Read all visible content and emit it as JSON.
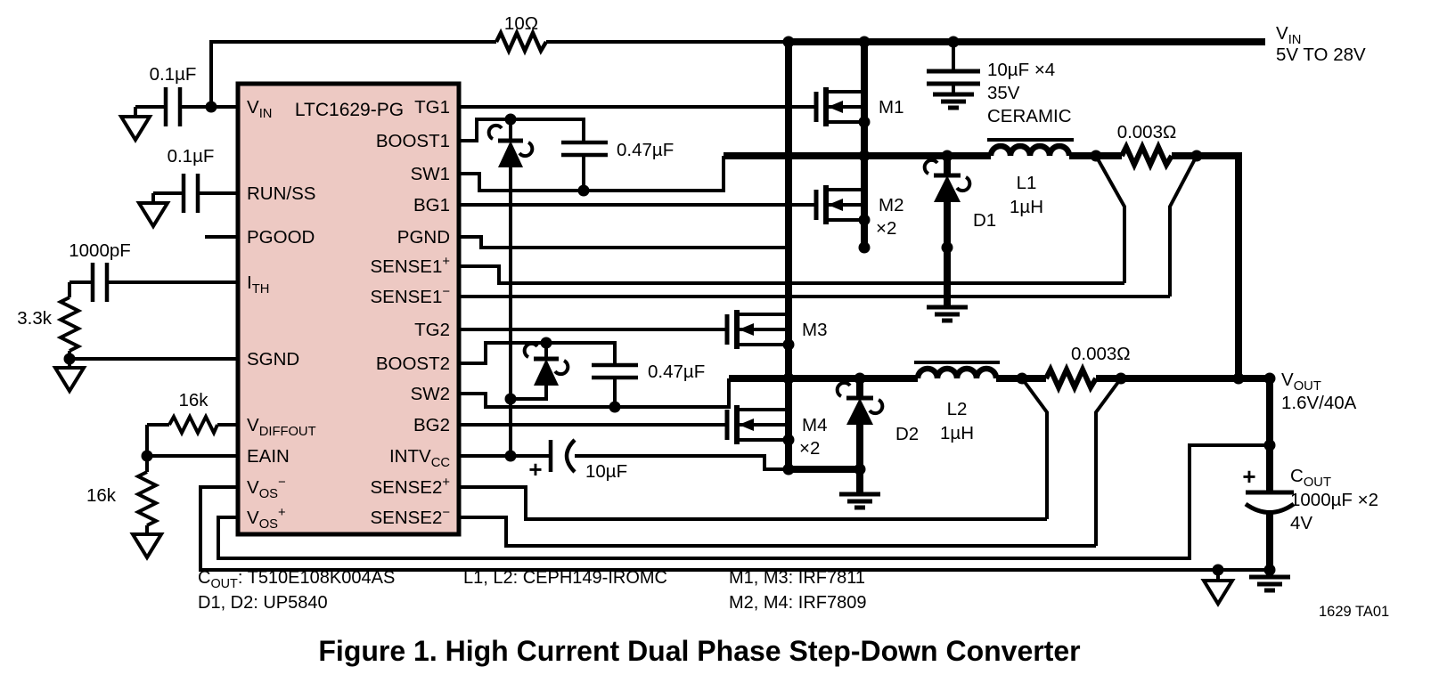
{
  "title": "Figure 1. High Current Dual Phase Step-Down Converter",
  "tag": "1629 TA01",
  "ic": {
    "part": "LTC1629-PG",
    "fill": "#edc9c3",
    "left_pins": [
      [
        "V",
        "_IN"
      ],
      [
        "RUN/SS"
      ],
      [
        "PGOOD"
      ],
      [
        "I",
        "_TH"
      ],
      [
        "SGND"
      ],
      [
        "V",
        "_DIFFOUT"
      ],
      [
        "EAIN"
      ],
      [
        "V",
        "_OS",
        "^−"
      ],
      [
        "V",
        "_OS",
        "^+"
      ]
    ],
    "right_pins": [
      [
        "TG1"
      ],
      [
        "BOOST1"
      ],
      [
        "SW1"
      ],
      [
        "BG1"
      ],
      [
        "PGND"
      ],
      [
        "SENSE1",
        "^+"
      ],
      [
        "SENSE1",
        "^−"
      ],
      [
        "TG2"
      ],
      [
        "BOOST2"
      ],
      [
        "SW2"
      ],
      [
        "BG2"
      ],
      [
        "INTV",
        "_CC"
      ],
      [
        "SENSE2",
        "^+"
      ],
      [
        "SENSE2",
        "^−"
      ]
    ]
  },
  "labels": {
    "top_resistor": "10Ω",
    "vin_bypass_cap": "0.1µF",
    "runss_cap": "0.1µF",
    "ith_cap": "1000pF",
    "ith_res": "3.3k",
    "vdiffout_res": "16k",
    "eain_res": "16k",
    "boost1_cap": "0.47µF",
    "boost2_cap": "0.47µF",
    "intvcc_cap": "10µF",
    "intvcc_cap_plus": "+",
    "m1": "M1",
    "m2": "M2",
    "m2_mult": "×2",
    "m3": "M3",
    "m4": "M4",
    "m4_mult": "×2",
    "d1": "D1",
    "d2": "D2",
    "l1": "L1",
    "l1_value": "1µH",
    "l2": "L2",
    "l2_value": "1µH",
    "sense1_res": "0.003Ω",
    "sense2_res": "0.003Ω",
    "input_caps_line1": "10µF ×4",
    "input_caps_line2": "35V",
    "input_caps_line3": "CERAMIC",
    "vin_rail": [
      "V",
      "_IN"
    ],
    "vin_range": "5V TO 28V",
    "vout_rail": [
      "V",
      "_OUT"
    ],
    "vout_spec": "1.6V/40A",
    "cout_name": [
      "C",
      "_OUT"
    ],
    "cout_value": "1000µF ×2",
    "cout_voltage": "4V",
    "cout_plus": "+"
  },
  "notes": {
    "cout": [
      "C",
      "_OUT",
      ": T510E108K004AS"
    ],
    "diodes": "D1, D2: UP5840",
    "inductors": "L1, L2: CEPH149-IROMC",
    "mosfets_top": "M1, M3: IRF7811",
    "mosfets_bottom": "M2, M4: IRF7809"
  }
}
